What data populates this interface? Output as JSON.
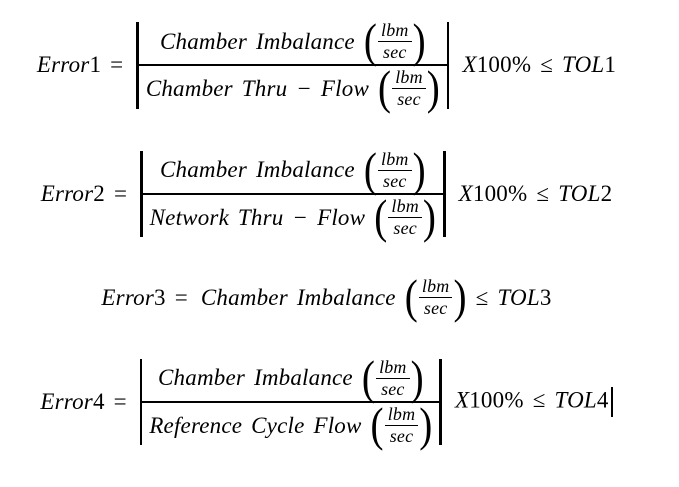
{
  "document": {
    "background_color": "#ffffff",
    "text_color": "#000000"
  },
  "glyphs": {
    "open_paren": "(",
    "close_paren": ")"
  },
  "equations": [
    {
      "name": "Error",
      "index": "1",
      "equals": "=",
      "numerator": "Chamber Imbalance",
      "denominator": "Chamber Thru − Flow",
      "unit_top": "lbm",
      "unit_bottom": "sec",
      "multiplier_var": "X",
      "multiplier_num": "100%",
      "relation": "≤",
      "tol_name": "TOL",
      "tol_index": "1"
    },
    {
      "name": "Error",
      "index": "2",
      "equals": "=",
      "numerator": "Chamber Imbalance",
      "denominator": "Network Thru − Flow",
      "unit_top": "lbm",
      "unit_bottom": "sec",
      "multiplier_var": "X",
      "multiplier_num": "100%",
      "relation": "≤",
      "tol_name": "TOL",
      "tol_index": "2"
    },
    {
      "name": "Error",
      "index": "3",
      "equals": "=",
      "body": "Chamber Imbalance",
      "unit_top": "lbm",
      "unit_bottom": "sec",
      "relation": "≤",
      "tol_name": "TOL",
      "tol_index": "3"
    },
    {
      "name": "Error",
      "index": "4",
      "equals": "=",
      "numerator": "Chamber Imbalance",
      "denominator": "Reference Cycle Flow",
      "unit_top": "lbm",
      "unit_bottom": "sec",
      "multiplier_var": "X",
      "multiplier_num": "100%",
      "relation": "≤",
      "tol_name": "TOL",
      "tol_index": "4"
    }
  ],
  "caret": {
    "visible": true
  }
}
